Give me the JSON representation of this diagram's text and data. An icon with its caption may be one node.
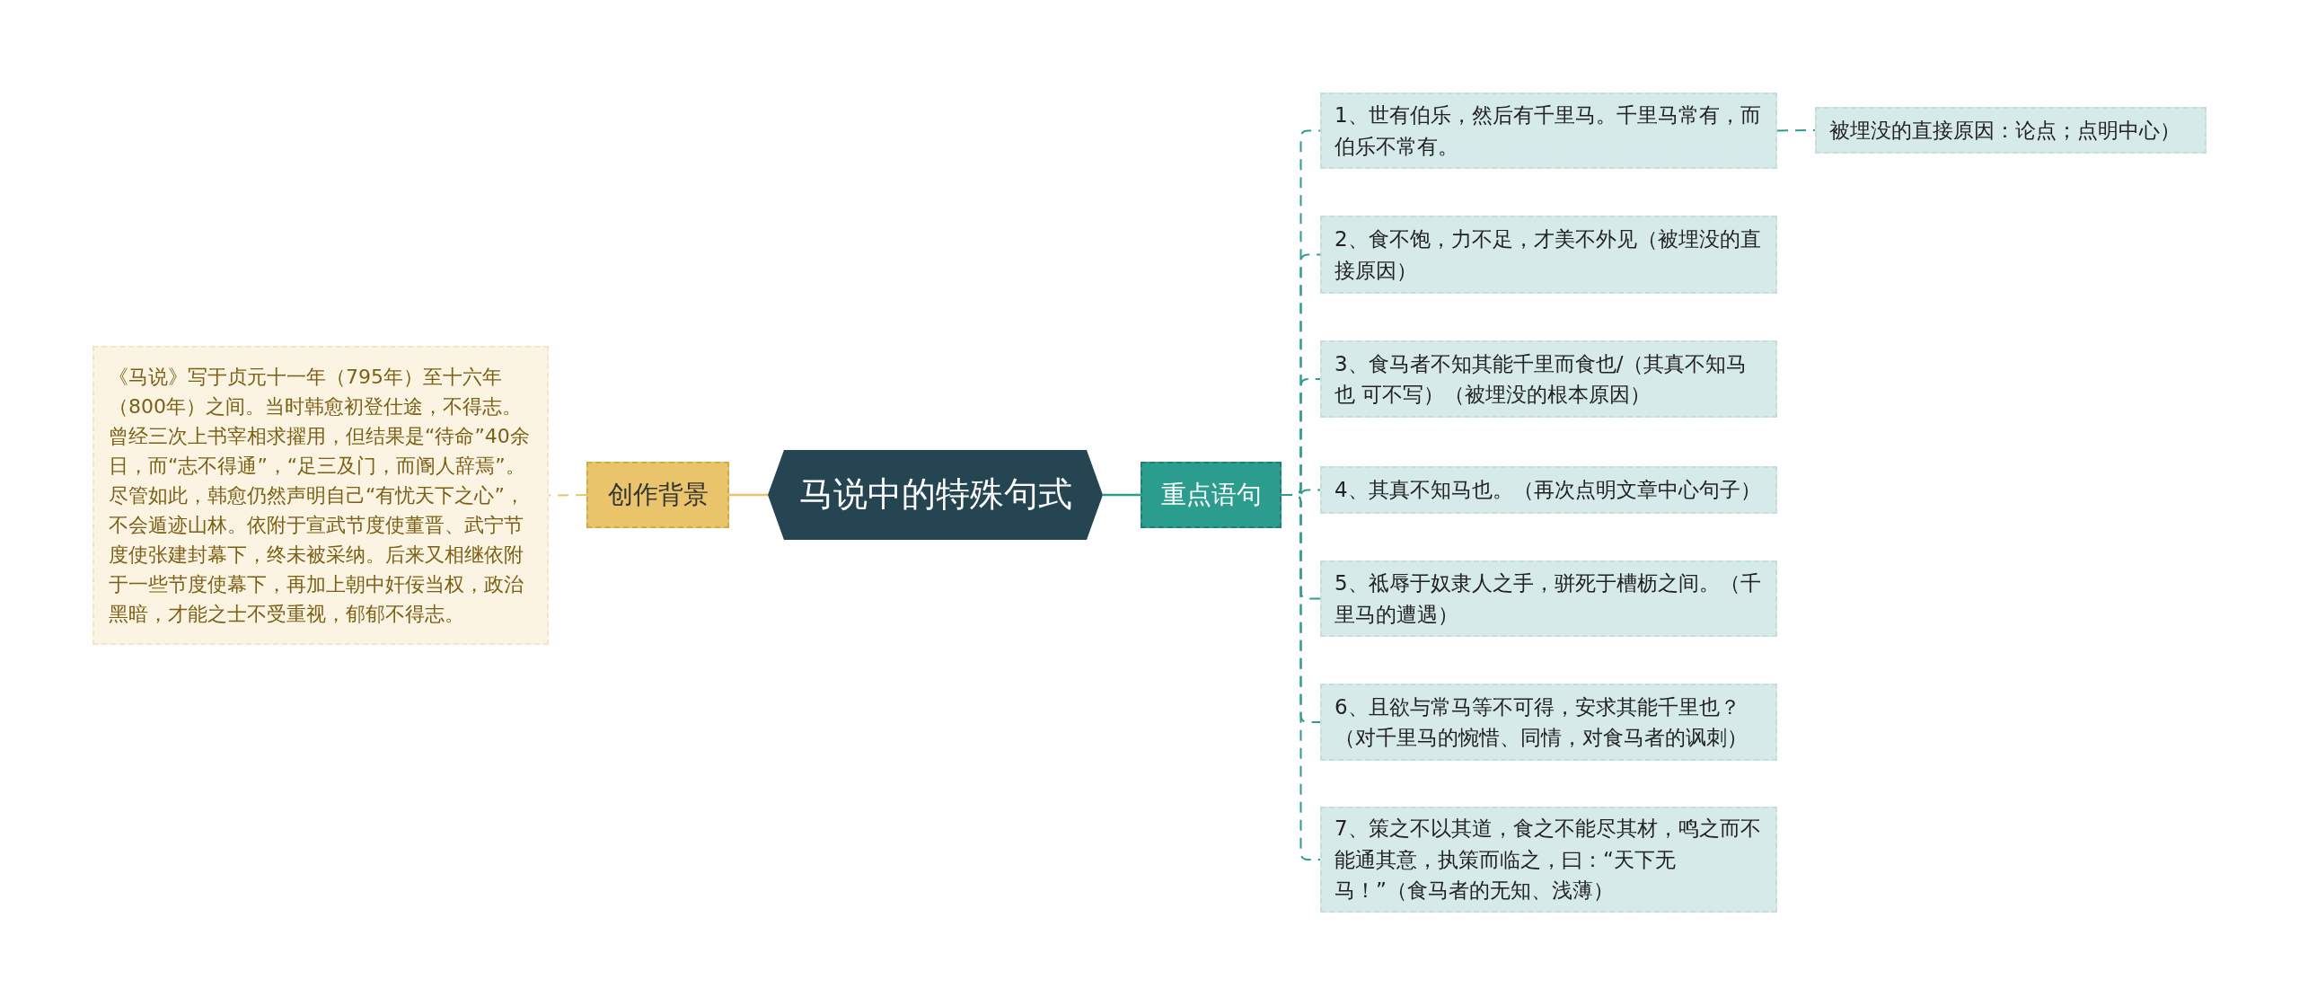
{
  "diagram": {
    "nodes": [
      {
        "text": [
          "马说中的特殊句式"
        ]
      },
      {
        "text": [
          "创作背景"
        ]
      },
      {
        "text": [
          "《马说》写于贞元十一年（795年）至十六年（800年）之间。当时韩愈初登仕途，不得志。曾经三次上书宰相求擢用，但结果是“待命”40余日，而“志不得通”，“足三及门，而阍人辞焉”。尽管如此，韩愈仍然声明自己“有忧天下之心”，不会遁迹山林。依附于宣武节度使董晋、武宁节度使张建封幕下，终未被采纳。后来又相继依附于一些节度使幕下，再加上朝中奸佞当权，政治黑暗，才能之士不受重视，郁郁不得志。"
        ]
      },
      {
        "text": [
          "重点语句"
        ]
      },
      {
        "text": [
          "1、世有伯乐，然后有千里马。千里马常有，而伯乐不常有。"
        ]
      },
      {
        "text": [
          "2、食不饱，力不足，才美不外见（被埋没的直接原因）"
        ]
      },
      {
        "text": [
          "3、食马者不知其能千里而食也/（其真不知马也 可不写）（被埋没的根本原因）"
        ]
      },
      {
        "text": [
          "4、其真不知马也。（再次点明文章中心句子）"
        ]
      },
      {
        "text": [
          "5、祗辱于奴隶人之手，骈死于槽枥之间。（千里马的遭遇）"
        ]
      },
      {
        "text": [
          "6、且欲与常马等不可得，安求其能千里也？（对千里马的惋惜、同情，对食马者的讽刺）"
        ]
      },
      {
        "text": [
          "7、策之不以其道，食之不能尽其材，鸣之而不能通其意，执策而临之，曰：“天下无马！”（食马者的无知、浅薄）"
        ]
      },
      {
        "text": [
          "被埋没的直接原因：论点；点明中心）"
        ]
      }
    ],
    "edges": [
      {
        "from": 0,
        "to": 1,
        "arrow": "none",
        "color": "#e9c46a"
      },
      {
        "from": 1,
        "to": 2,
        "arrow": "none",
        "style": "dashed",
        "color": "#e9c46a"
      },
      {
        "from": 0,
        "to": 3,
        "arrow": "none"
      },
      {
        "from": 3,
        "to": 4,
        "arrow": "none",
        "style": "dashed"
      },
      {
        "from": 3,
        "to": 5,
        "arrow": "none",
        "style": "dashed"
      },
      {
        "from": 3,
        "to": 6,
        "arrow": "none",
        "style": "dashed"
      },
      {
        "from": 3,
        "to": 7,
        "arrow": "none",
        "style": "dashed"
      },
      {
        "from": 3,
        "to": 8,
        "arrow": "none",
        "style": "dashed"
      },
      {
        "from": 3,
        "to": 9,
        "arrow": "none",
        "style": "dashed"
      },
      {
        "from": 3,
        "to": 10,
        "arrow": "none",
        "style": "dashed"
      },
      {
        "from": 4,
        "to": 11,
        "arrow": "none",
        "style": "dashed"
      }
    ]
  }
}
